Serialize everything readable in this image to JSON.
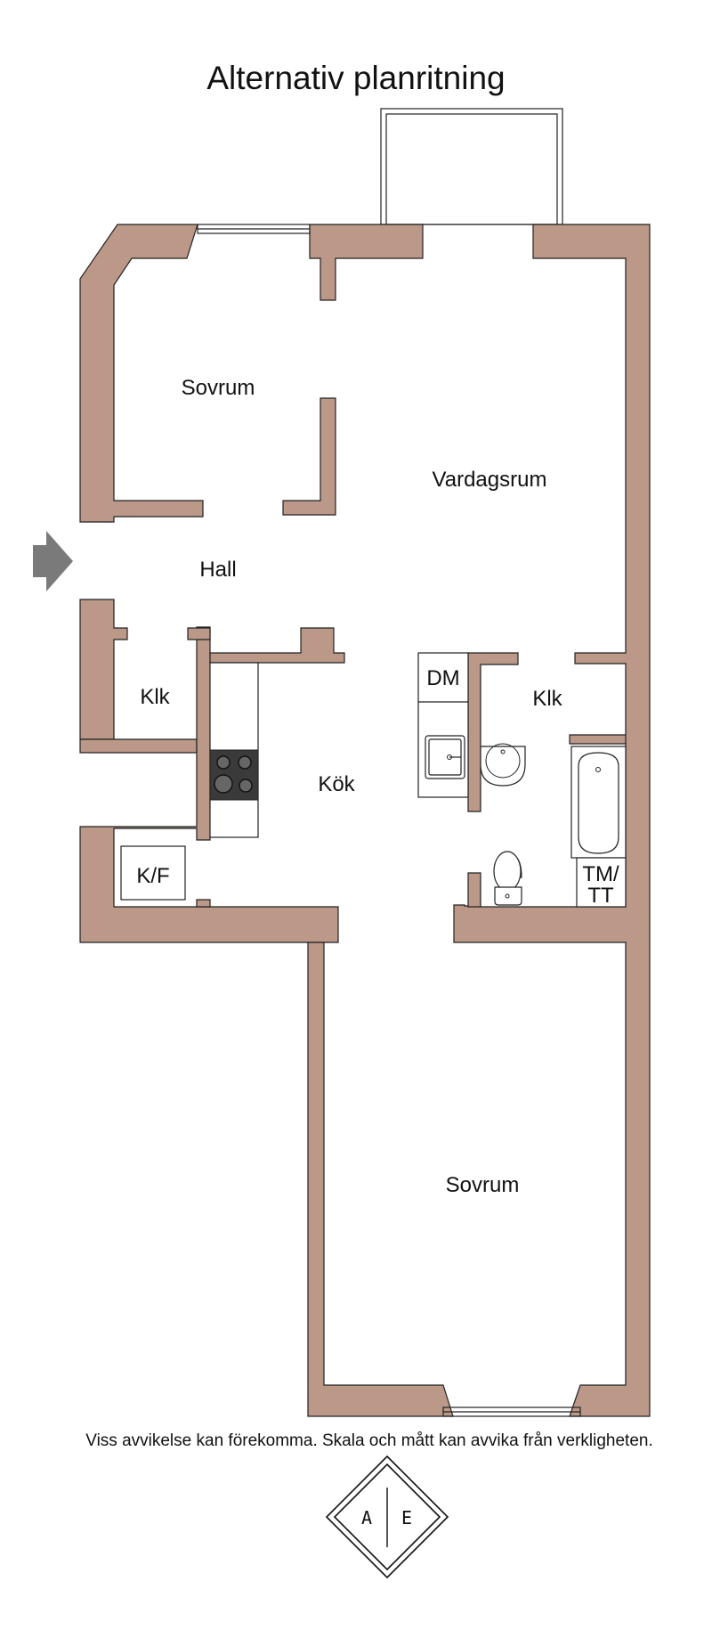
{
  "title": "Alternativ planritning",
  "disclaimer": "Viss avvikelse kan förekomma. Skala och mått kan avvika från verkligheten.",
  "rooms": {
    "bedroom_top": "Sovrum",
    "living_room": "Vardagsrum",
    "hall": "Hall",
    "closet_left": "Klk",
    "closet_right": "Klk",
    "kitchen": "Kök",
    "fridge_freezer": "K/F",
    "dishwasher": "DM",
    "washer_dryer_line1": "TM/",
    "washer_dryer_line2": "TT",
    "bedroom_bottom": "Sovrum"
  },
  "logo": {
    "left": "A",
    "right": "E"
  },
  "icons": {
    "entrance": "entrance-arrow-icon"
  },
  "colors": {
    "wall": "#bb9888",
    "outline": "#222222",
    "stove": "#3a3a3a"
  }
}
